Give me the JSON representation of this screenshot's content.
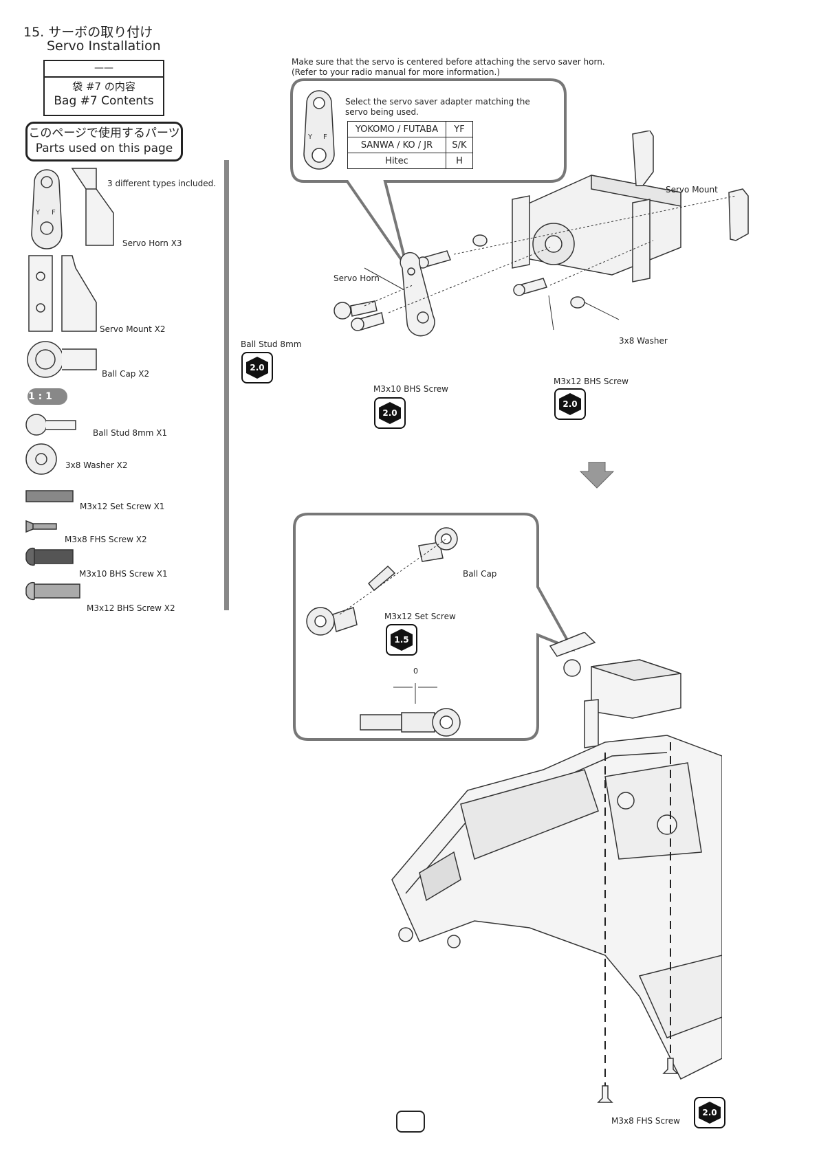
{
  "step": {
    "number": "15.",
    "title_jp": "サーボの取り付け",
    "title_en": "Servo Installation"
  },
  "bag": {
    "top": "——",
    "jp": "袋 #7 の内容",
    "en": "Bag #7 Contents"
  },
  "parts_header": {
    "jp": "このページで使用するパーツ",
    "en": "Parts used on this page"
  },
  "parts": {
    "servo_horn_note": "3 different types included.",
    "servo_horn": "Servo Horn X3",
    "servo_mount": "Servo Mount X2",
    "ball_cap": "Ball Cap X2",
    "scale": "1 : 1",
    "ball_stud": "Ball Stud 8mm X1",
    "washer": "3x8 Washer X2",
    "set_screw": "M3x12 Set Screw X1",
    "fhs_screw": "M3x8 FHS Screw X2",
    "bhs10": "M3x10 BHS Screw X1",
    "bhs12": "M3x12 BHS Screw X2"
  },
  "instructions": {
    "line1": "Make sure that the servo is centered before attaching the servo saver horn.",
    "line2": "(Refer to your radio manual for more information.)"
  },
  "adapter_callout": {
    "text1": "Select the servo saver adapter matching the",
    "text2": "servo being used.",
    "rows": [
      {
        "brand": "YOKOMO / FUTABA",
        "code": "YF"
      },
      {
        "brand": "SANWA / KO / JR",
        "code": "S/K"
      },
      {
        "brand": "Hitec",
        "code": "H"
      }
    ]
  },
  "labels": {
    "servo_mount": "Servo Mount",
    "servo_horn": "Servo Horn",
    "ball_stud": "Ball Stud 8mm",
    "washer": "3x8 Washer",
    "m3x10": "M3x10 BHS Screw",
    "m3x12": "M3x12 BHS Screw",
    "ball_cap": "Ball Cap",
    "set_screw": "M3x12 Set Screw",
    "zero": "0",
    "m3x8": "M3x8 FHS Screw"
  },
  "tools": {
    "hex20": "2.0",
    "hex15": "1.5"
  },
  "colors": {
    "bubble_border": "#777777",
    "tool_bg": "#111111"
  }
}
